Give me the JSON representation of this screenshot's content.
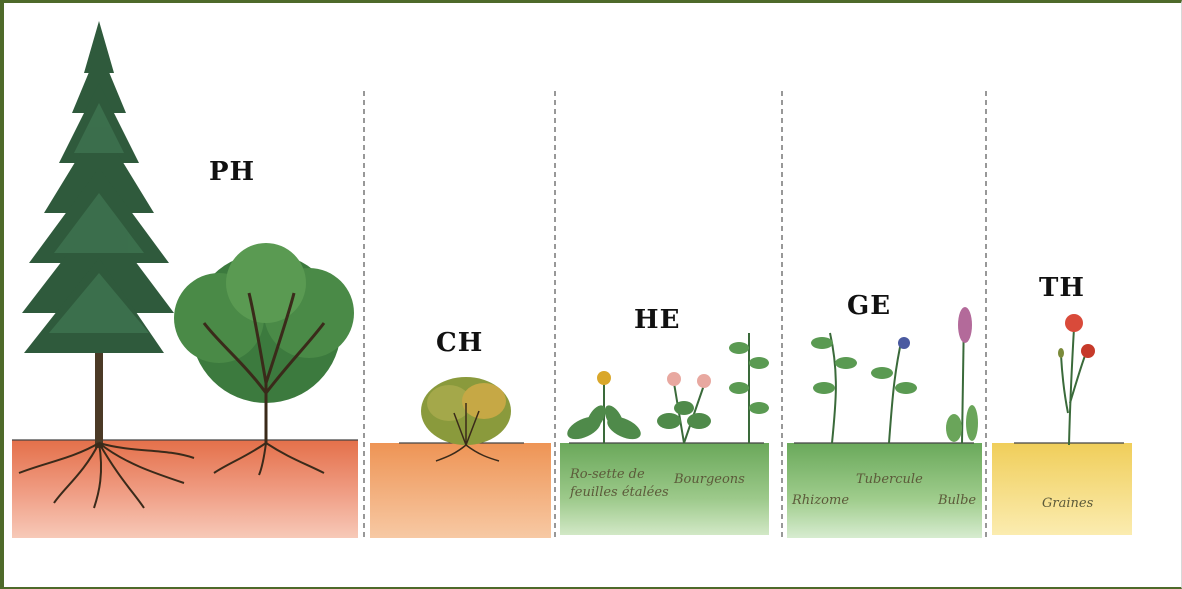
{
  "life_forms": [
    {
      "code": "PH",
      "notes": []
    },
    {
      "code": "CH",
      "notes": []
    },
    {
      "code": "HE",
      "notes": [
        "Ro-sette de feuilles étalées",
        "Bourgeons"
      ]
    },
    {
      "code": "GE",
      "notes": [
        "Tubercule",
        "Rhizome",
        "Bulbe"
      ]
    },
    {
      "code": "TH",
      "notes": [
        "Graines"
      ]
    }
  ],
  "soil_colors": {
    "PH": "#e97c55",
    "CH": "#f0a05e",
    "HE": "#7fb36b",
    "GE": "#82b86c",
    "TH": "#f1d36a"
  },
  "frame_color": "#4e6a2a"
}
